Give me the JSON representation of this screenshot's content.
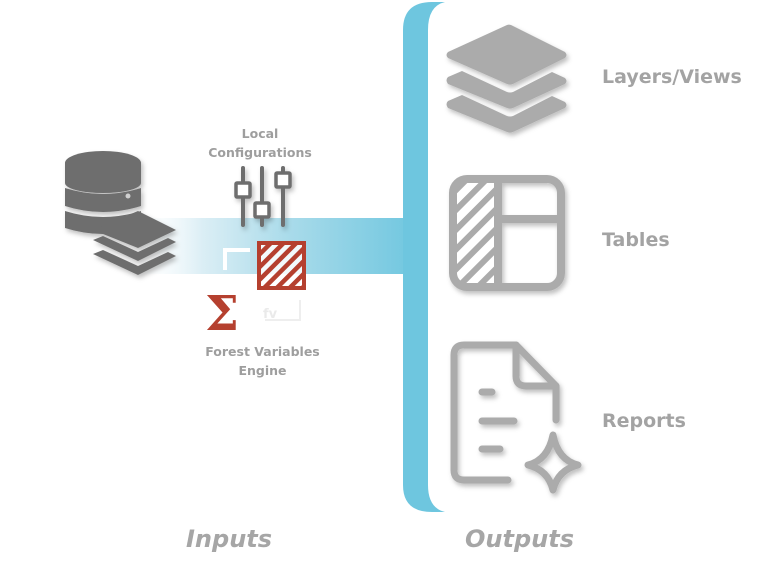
{
  "diagram": {
    "inputs": {
      "section_label": "Inputs",
      "data_source_icon": "database-with-layers-icon",
      "local_config": {
        "label_line1": "Local",
        "label_line2": "Configurations",
        "icon": "sliders-icon"
      },
      "engine": {
        "label_line1": "Forest Variables",
        "label_line2": "Engine",
        "icon": "sigma-fv-icon",
        "hatched_icon": "hatched-square-icon"
      }
    },
    "outputs": {
      "section_label": "Outputs",
      "items": [
        {
          "label": "Layers/Views",
          "icon": "layers-icon"
        },
        {
          "label": "Tables",
          "icon": "table-icon"
        },
        {
          "label": "Reports",
          "icon": "report-sparkle-icon"
        }
      ]
    },
    "colors": {
      "accent_blue": "#6ec6df",
      "engine_red": "#b5402f",
      "icon_gray": "#6e6e6e",
      "output_gray": "#ababab",
      "text_gray": "#9e9e9e"
    }
  }
}
